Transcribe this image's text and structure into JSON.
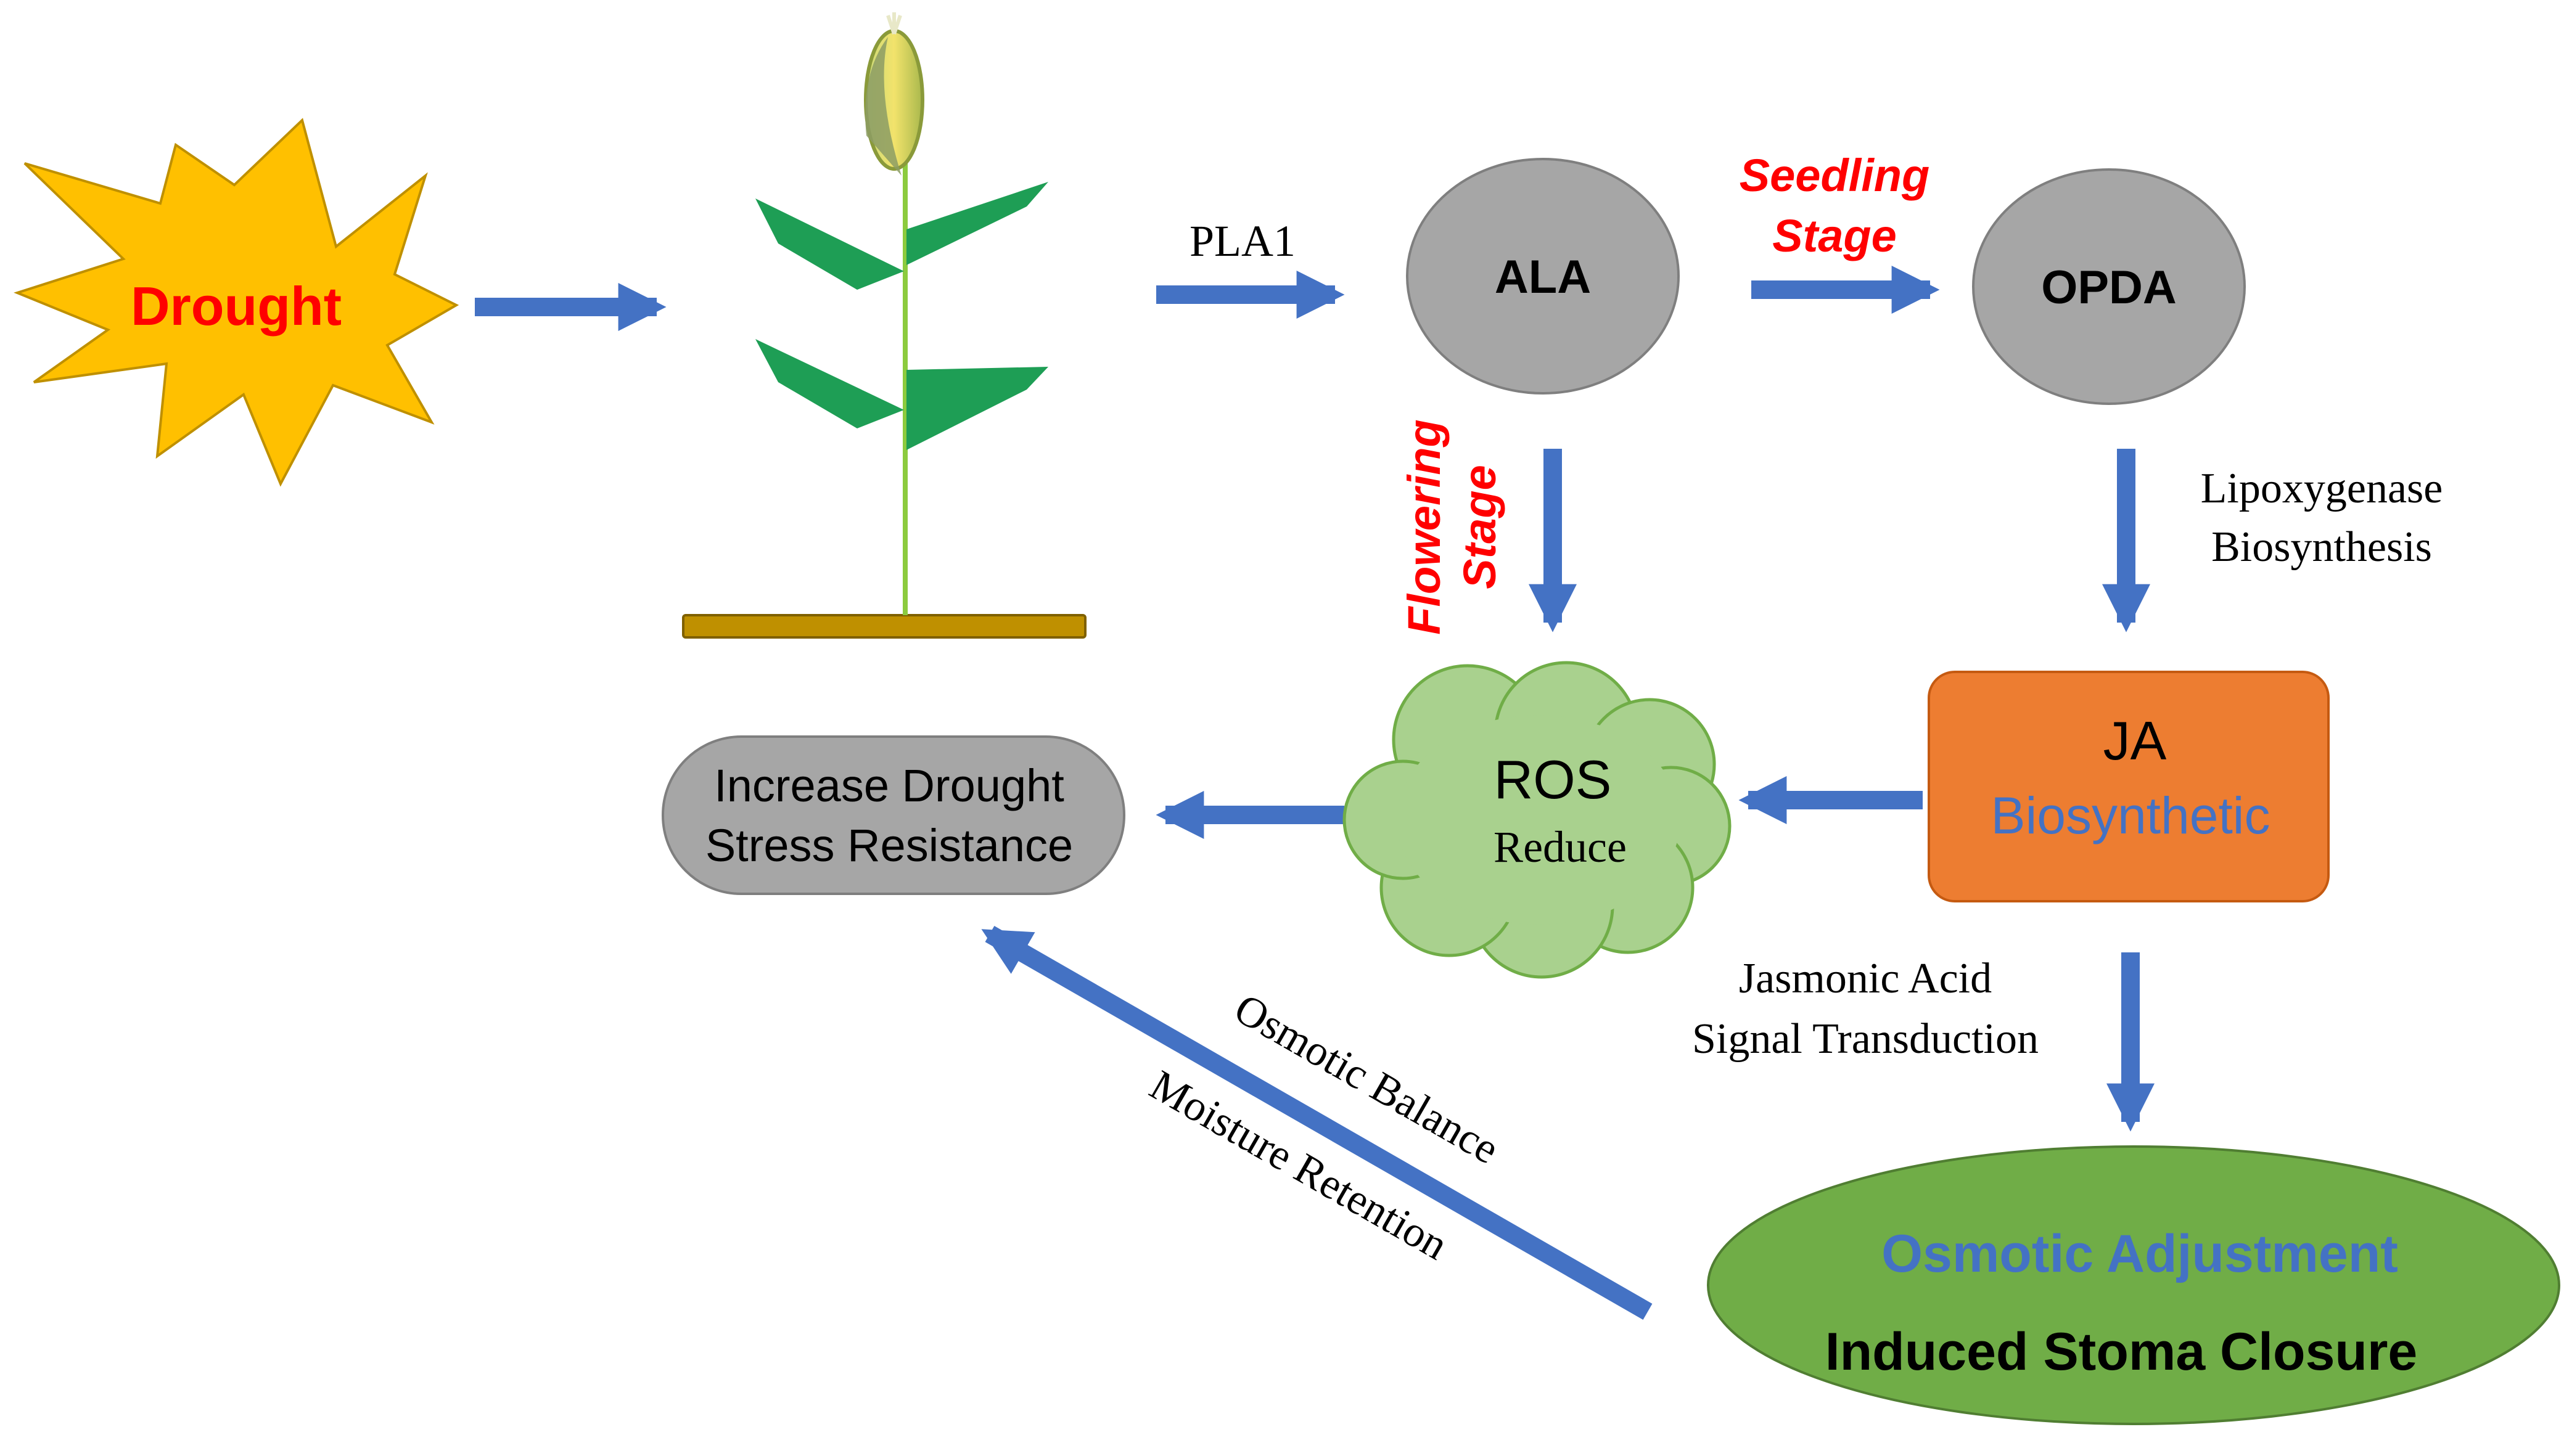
{
  "nodes": {
    "drought": {
      "label": "Drought"
    },
    "ala": {
      "label": "ALA"
    },
    "opda": {
      "label": "OPDA"
    },
    "ros": {
      "line1": "ROS",
      "line2": "Reduce"
    },
    "ja": {
      "line1": "JA",
      "line2": "Biosynthetic"
    },
    "resistance": {
      "line1": "Increase Drought",
      "line2": "Stress Resistance"
    },
    "osmotic": {
      "line1": "Osmotic Adjustment",
      "line2": "Induced Stoma Closure"
    }
  },
  "edge_labels": {
    "pla1": "PLA1",
    "seedling": {
      "line1": "Seedling",
      "line2": "Stage"
    },
    "flowering": {
      "line1": "Flowering",
      "line2": "Stage"
    },
    "lipoxygenase": {
      "line1": "Lipoxygenase",
      "line2": "Biosynthesis"
    },
    "jasmonic": {
      "line1": "Jasmonic Acid",
      "line2": "Signal Transduction"
    },
    "osmotic_balance": "Osmotic Balance",
    "moisture_retention": "Moisture Retention"
  },
  "colors": {
    "arrow": "#4472C4",
    "drought_fill": "#FFC000",
    "drought_text": "#FF0000",
    "stage_text": "#FF0000",
    "node_gray": "#A6A6A6",
    "ja_fill": "#ED7D31",
    "ja_sub_text": "#4472C4",
    "cloud_fill": "#A9D18E",
    "ellipse_fill": "#70AD47",
    "osmotic_text": "#4472C4",
    "leaf": "#1E9E55",
    "soil": "#BF9000"
  }
}
